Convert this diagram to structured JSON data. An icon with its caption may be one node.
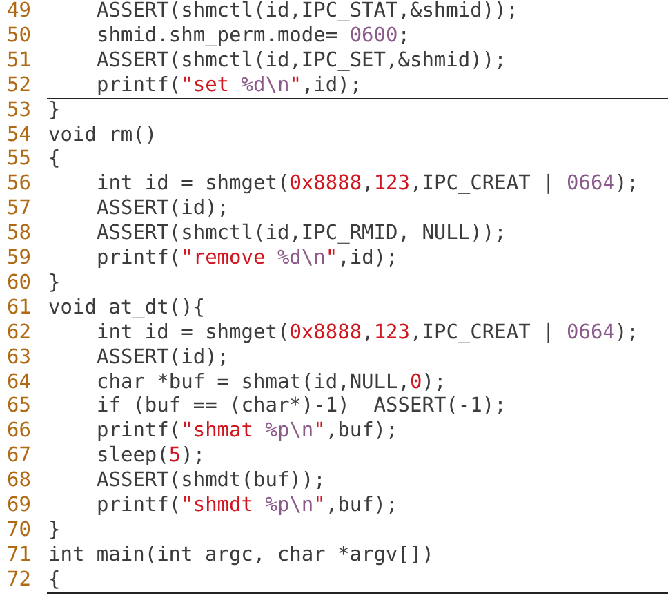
{
  "diagram": {
    "labels": [
      "49",
      "ASSERT(shmctl(id,IPC_STAT,&shmid));",
      "50",
      "shmid.shm_perm.mode= 0600;",
      "51",
      "ASSERT(shmctl(id,IPC_SET,&shmid));",
      "52",
      "printf(\"set %d\\n\",id);",
      "53",
      "}",
      "54",
      "void rm()",
      "55",
      "{",
      "56",
      "int id = shmget(0x8888,123,IPC_CREAT | 0664);",
      "57",
      "ASSERT(id);",
      "58",
      "ASSERT(shmctl(id,IPC_RMID, NULL));",
      "59",
      "printf(\"remove %d\\n\",id);",
      "60",
      "}",
      "61",
      "void at_dt(){",
      "62",
      "int id = shmget(0x8888,123,IPC_CREAT | 0664);",
      "63",
      "ASSERT(id);",
      "64",
      "char *buf = shmat(id,NULL,0);",
      "65",
      "if (buf == (char*)-1)  ASSERT(-1);",
      "66",
      "printf(\"shmat %p\\n\",buf);",
      "67",
      "sleep(5);",
      "68",
      "ASSERT(shmdt(buf));",
      "69",
      "printf(\"shmdt %p\\n\",buf);",
      "70",
      "}",
      "71",
      "int main(int argc, char *argv[])",
      "72",
      "{"
    ]
  }
}
